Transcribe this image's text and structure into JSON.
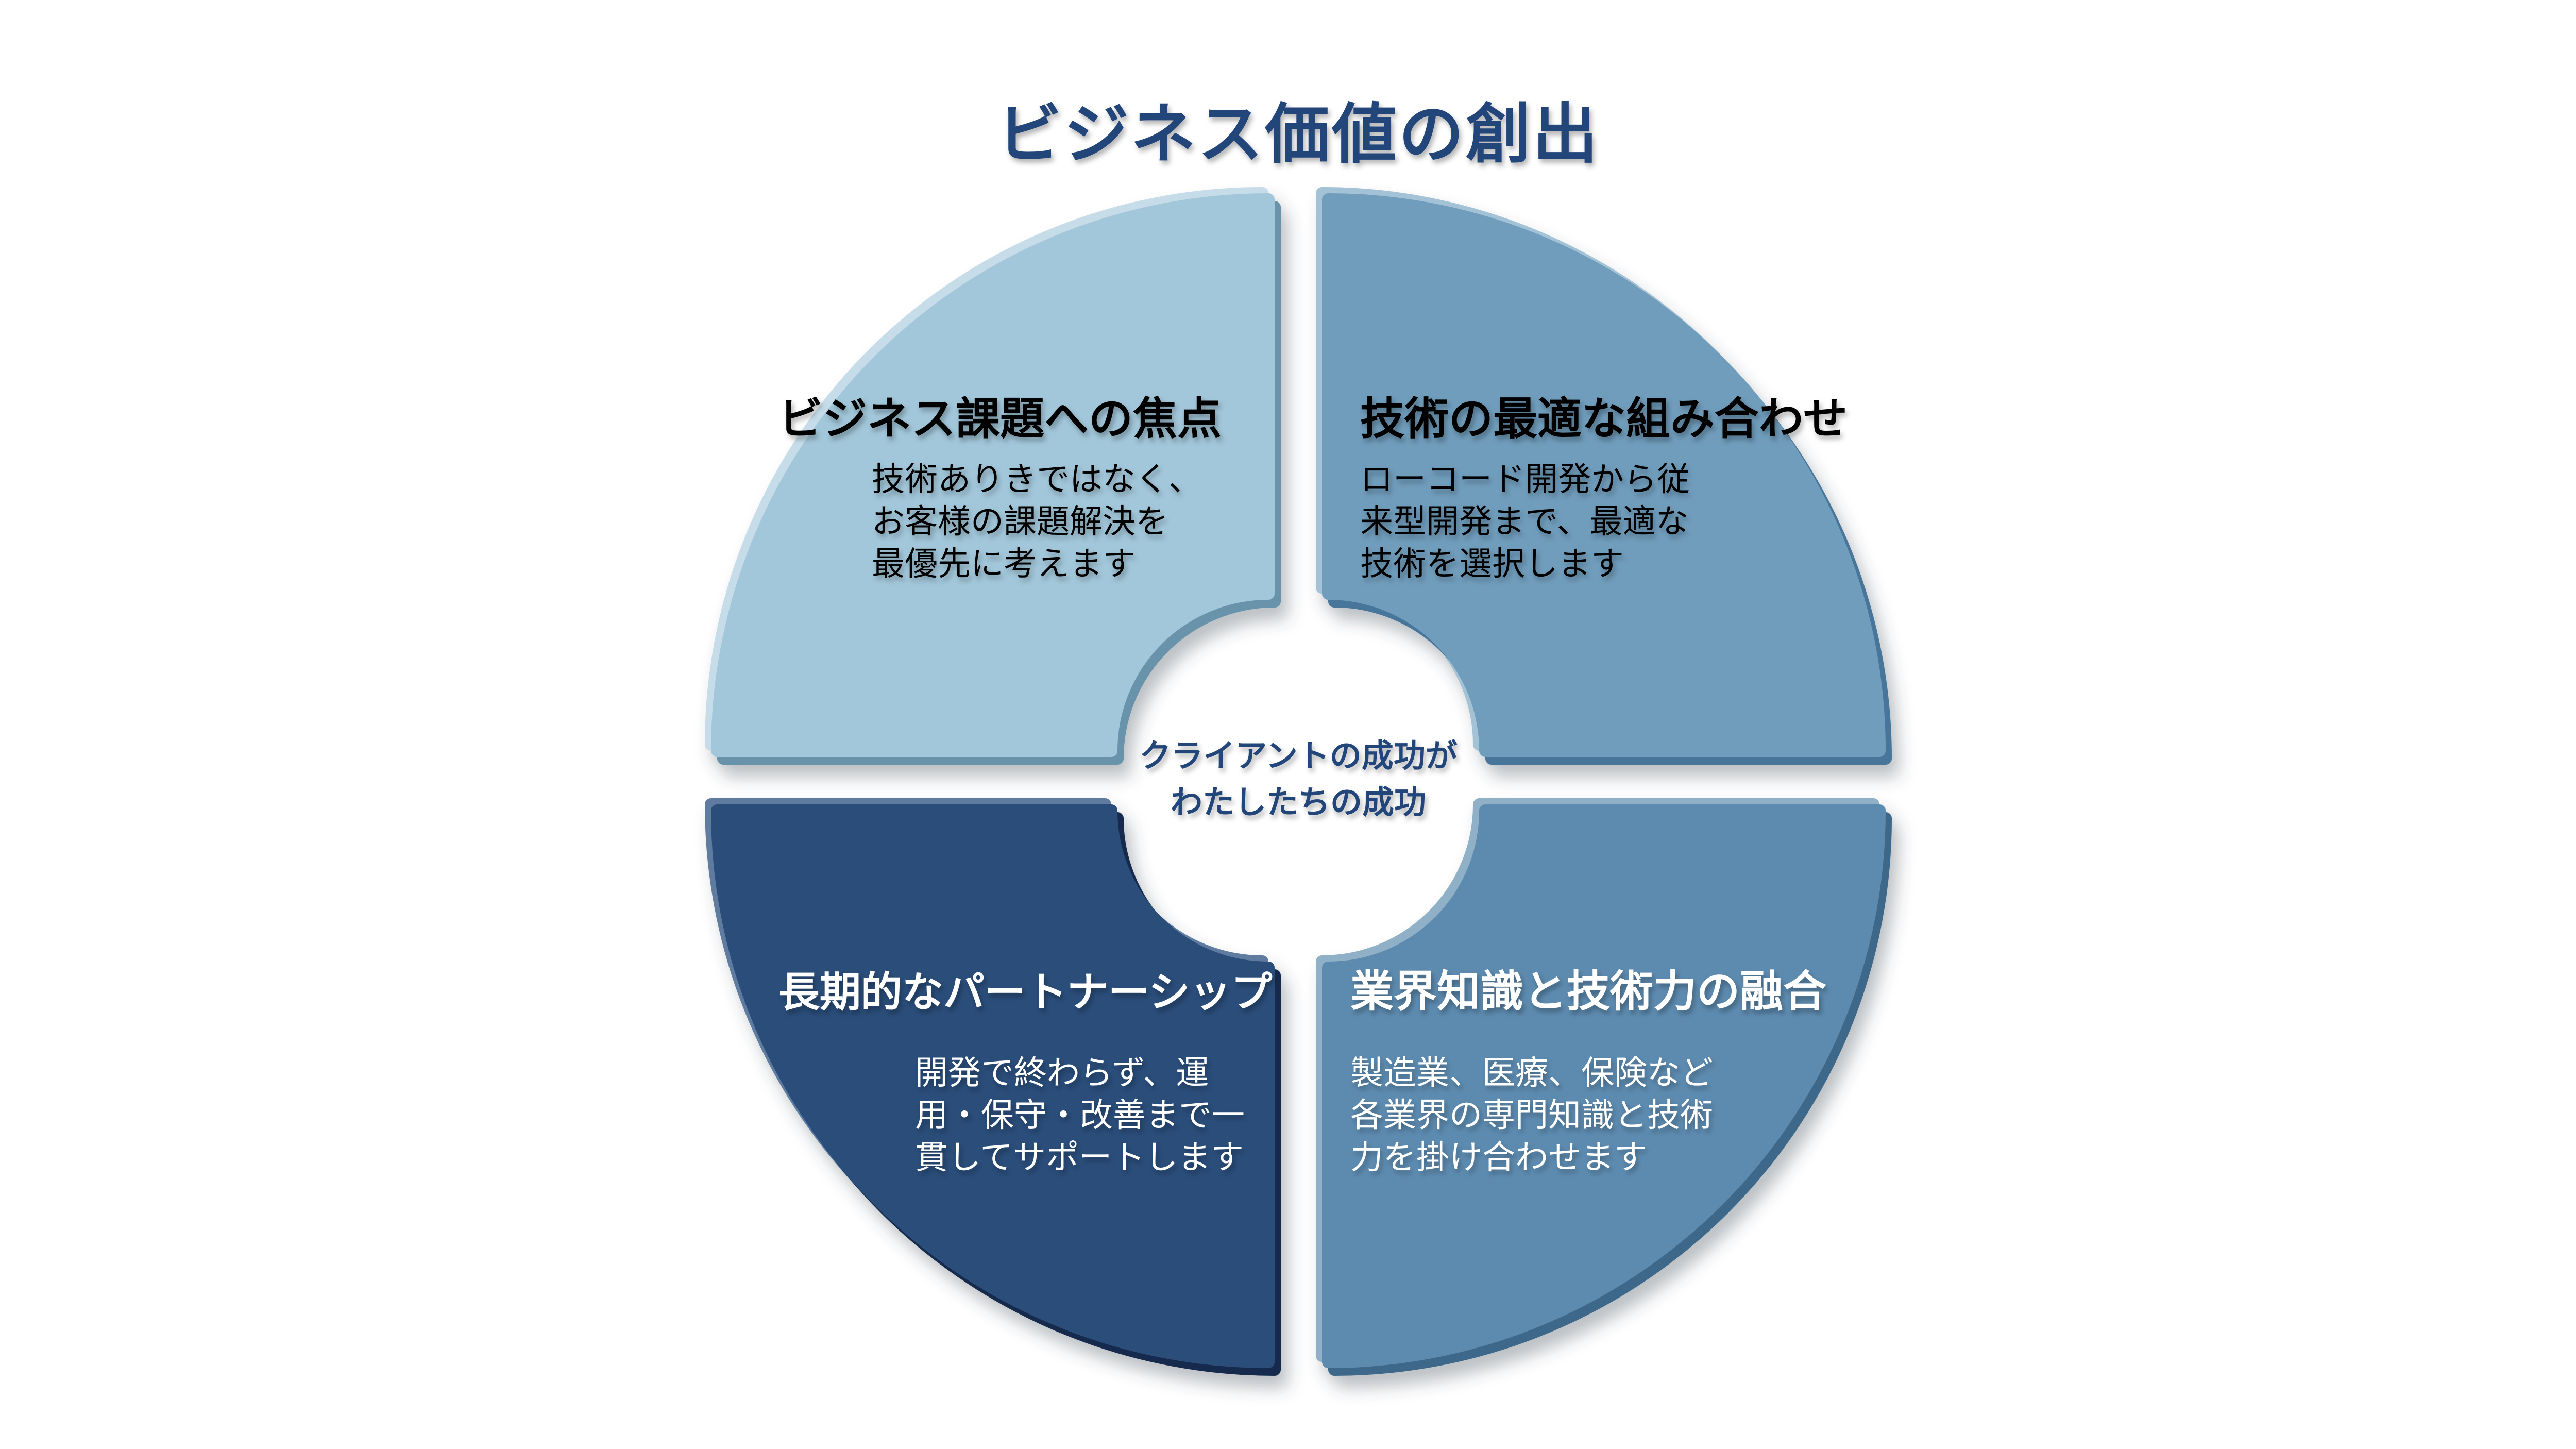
{
  "page_title": "ビジネス価値の創出",
  "center_label": {
    "line1": "クライアントの成功が",
    "line2": "わたしたちの成功"
  },
  "quadrants": {
    "top_left": {
      "title": "ビジネス課題への焦点",
      "body_lines": [
        "技術ありきではなく、",
        "お客様の課題解決を",
        "最優先に考えます"
      ],
      "fill": "#a2c7da",
      "rim_light": "#c6dde9",
      "rim_dark": "#6893ab",
      "text_color": "#000000"
    },
    "top_right": {
      "title": "技術の最適な組み合わせ",
      "body_lines": [
        "ローコード開発から従",
        "来型開発まで、最適な",
        "技術を選択します"
      ],
      "fill": "#6f9dbc",
      "rim_light": "#a4c2d6",
      "rim_dark": "#47769a",
      "text_color": "#000000"
    },
    "bottom_left": {
      "title": "長期的なパートナーシップ",
      "body_lines": [
        "開発で終わらず、運",
        "用・保守・改善まで一",
        "貫してサポートします"
      ],
      "fill": "#2b4d7a",
      "rim_light": "#5e7ba0",
      "rim_dark": "#152a4e",
      "text_color": "#ffffff"
    },
    "bottom_right": {
      "title": "業界知識と技術力の融合",
      "body_lines": [
        "製造業、医療、保険など",
        "各業界の専門知識と技術",
        "力を掛け合わせます"
      ],
      "fill": "#5d8bb0",
      "rim_light": "#90b0c7",
      "rim_dark": "#3d678a",
      "text_color": "#ffffff"
    }
  },
  "colors": {
    "background": "#ffffff",
    "title_text": "#24457a",
    "center_text": "#24457a"
  }
}
